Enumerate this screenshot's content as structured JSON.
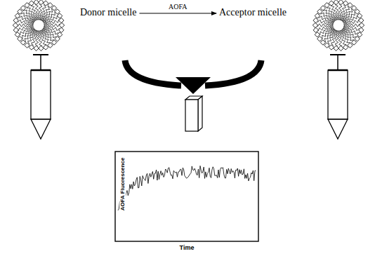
{
  "diagram": {
    "nodes": [
      {
        "text": [
          "Donor micelle"
        ]
      },
      {
        "text": [
          "Acceptor micelle"
        ]
      }
    ],
    "edges": [
      {
        "from": 0,
        "to": 1,
        "arrow": "to",
        "label": "AOFA"
      }
    ],
    "labels": [
      "AOFA Fluorescence",
      "Time"
    ]
  }
}
